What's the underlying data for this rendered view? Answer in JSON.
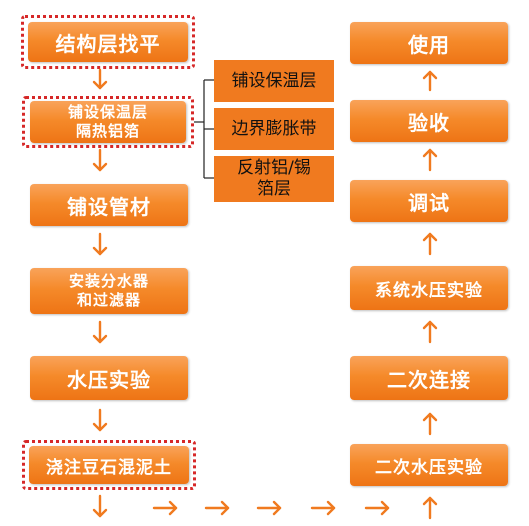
{
  "left_column": [
    {
      "lines": [
        "结构层找平"
      ]
    },
    {
      "lines": [
        "铺设保温层",
        "隔热铝箔"
      ]
    },
    {
      "lines": [
        "铺设管材"
      ]
    },
    {
      "lines": [
        "安装分水器",
        "和过滤器"
      ]
    },
    {
      "lines": [
        "水压实验"
      ]
    },
    {
      "lines": [
        "浇注豆石混泥土"
      ]
    }
  ],
  "side_boxes": [
    {
      "lines": [
        "铺设保温层"
      ]
    },
    {
      "lines": [
        "边界膨胀带"
      ]
    },
    {
      "lines": [
        "反射铝/锡",
        "箔层"
      ]
    }
  ],
  "right_column": [
    {
      "lines": [
        "使用"
      ]
    },
    {
      "lines": [
        "验收"
      ]
    },
    {
      "lines": [
        "调试"
      ]
    },
    {
      "lines": [
        "系统水压实验"
      ]
    },
    {
      "lines": [
        "二次连接"
      ]
    },
    {
      "lines": [
        "二次水压实验"
      ]
    }
  ],
  "colors": {
    "box_orange": "#f58a2a",
    "side_box_orange": "#f07a1f",
    "dotted_highlight": "#d62828",
    "arrow": "#f07a1f"
  }
}
